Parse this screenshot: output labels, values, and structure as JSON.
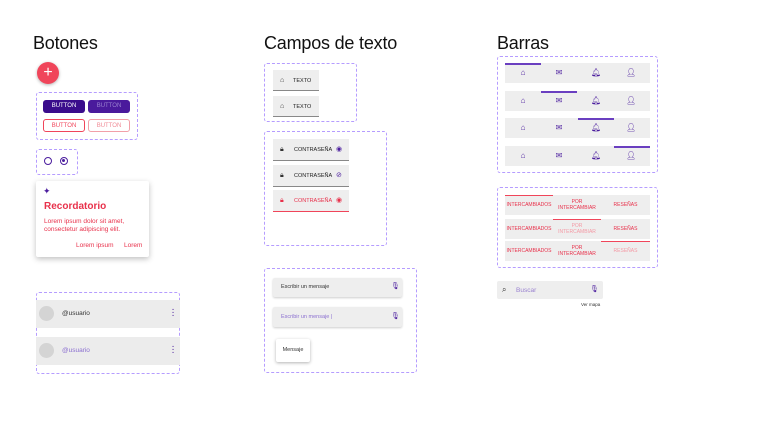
{
  "sections": {
    "buttons": "Botones",
    "text_fields": "Campos de texto",
    "bars": "Barras"
  },
  "buttons": {
    "fab_label": "+",
    "filled_1": "BUTTON",
    "filled_2": "BUTTON",
    "outline_1": "BUTTON",
    "outline_2": "BUTTON"
  },
  "card": {
    "title": "Recordatorio",
    "body_1": "Lorem ipsum dolor sit amet,",
    "body_2": "consectetur adipiscing elit.",
    "action_1": "Lorem ipsum",
    "action_2": "Lorem"
  },
  "users": [
    {
      "name": "@usuario"
    },
    {
      "name": "@usuario"
    }
  ],
  "text_fields": {
    "text_1": "TEXTO",
    "text_2": "TEXTO",
    "password_1": "CONTRASEÑA",
    "password_2": "CONTRASEÑA",
    "password_3": "CONTRASEÑA"
  },
  "message": {
    "placeholder_1": "Escribir un mensaje",
    "placeholder_2": "Escribir un mensaje |",
    "button": "Mensaje"
  },
  "tabs": {
    "exchanged": "INTERCAMBIADOS",
    "to_exchange_1": "POR",
    "to_exchange_2": "INTERCAMBIAR",
    "reviews": "RESEÑAS"
  },
  "search": {
    "placeholder": "Buscar",
    "map_link": "Ver mapa"
  },
  "icons": {
    "home": "home-icon",
    "mail": "mail-icon",
    "bell": "bell-icon",
    "person": "person-icon",
    "lock": "lock-icon",
    "eye": "eye-icon",
    "eye_off": "eye-off-icon",
    "mic": "mic-icon",
    "search": "search-icon",
    "sparkle": "sparkle-icon"
  },
  "colors": {
    "primary": "#3a0c8c",
    "accent": "#f0455a",
    "surface": "#eeeeee",
    "dashed_border": "#b59cff"
  }
}
